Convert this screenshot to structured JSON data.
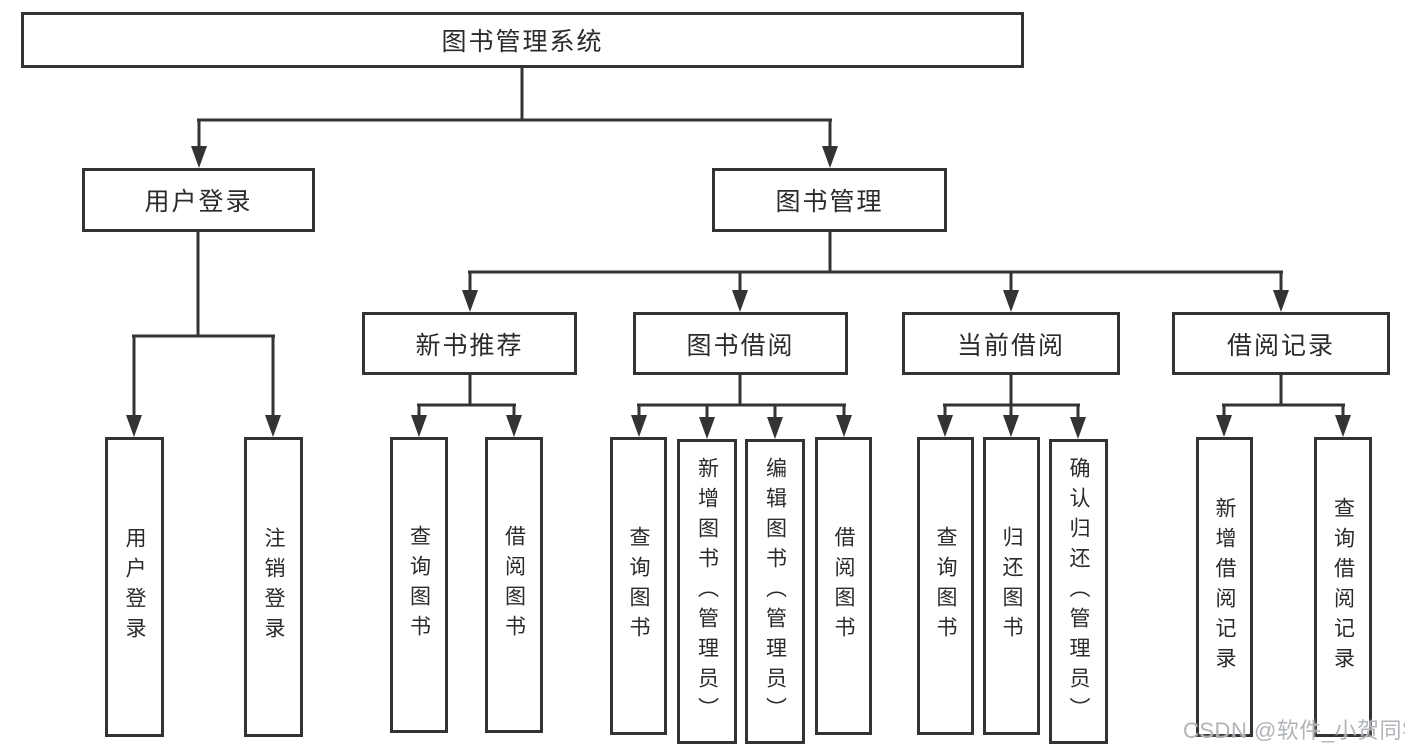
{
  "diagram": {
    "type": "hierarchy-tree",
    "title": "图书管理系统"
  },
  "tree": {
    "root": {
      "label": "图书管理系统",
      "children": [
        {
          "label": "用户登录",
          "children": [
            {
              "label": "用户登录"
            },
            {
              "label": "注销登录"
            }
          ]
        },
        {
          "label": "图书管理",
          "children": [
            {
              "label": "新书推荐",
              "children": [
                {
                  "label": "查询图书"
                },
                {
                  "label": "借阅图书"
                }
              ]
            },
            {
              "label": "图书借阅",
              "children": [
                {
                  "label": "查询图书"
                },
                {
                  "label": "新增图书（管理员）"
                },
                {
                  "label": "编辑图书（管理员）"
                },
                {
                  "label": "借阅图书"
                }
              ]
            },
            {
              "label": "当前借阅",
              "children": [
                {
                  "label": "查询图书"
                },
                {
                  "label": "归还图书"
                },
                {
                  "label": "确认归还（管理员）"
                }
              ]
            },
            {
              "label": "借阅记录",
              "children": [
                {
                  "label": "新增借阅记录"
                },
                {
                  "label": "查询借阅记录"
                }
              ]
            }
          ]
        }
      ]
    }
  },
  "watermark": {
    "text": "CSDN @软件_小贺同学"
  },
  "colors": {
    "line": "#333333",
    "box_border": "#333333",
    "box_background": "#ffffff",
    "text": "#2b2b2b",
    "watermark": "#b0b4b8"
  }
}
